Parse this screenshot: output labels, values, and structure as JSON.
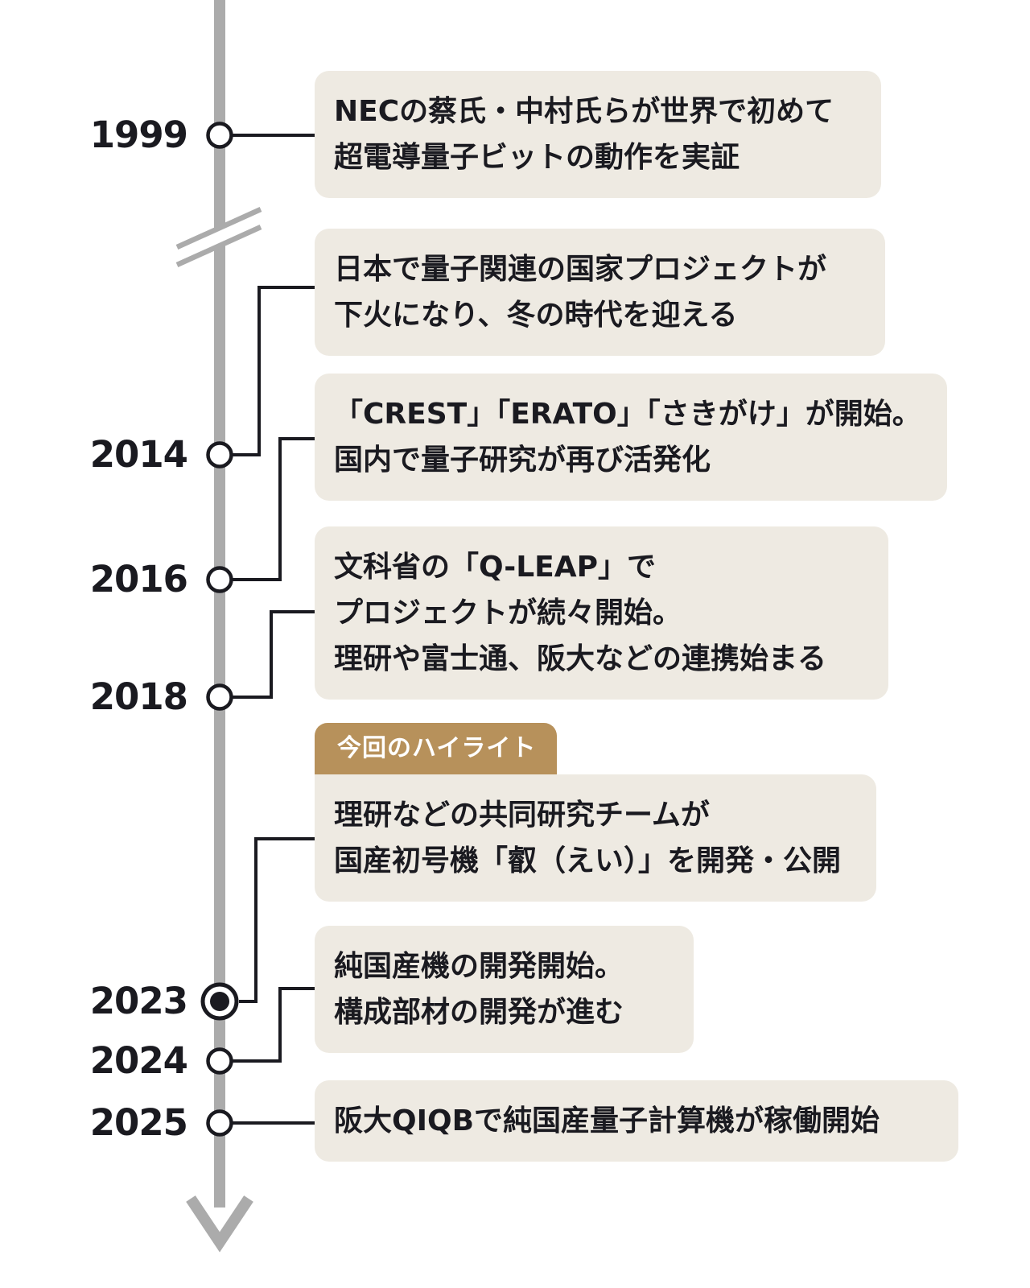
{
  "figure": "japan-quantum-computing-timeline",
  "colors": {
    "background": "#FFFFFF",
    "event_box_bg": "#EEEAE2",
    "highlight_bg": "#B7915B",
    "highlight_text": "#FFFFFF",
    "timeline_gray": "#ABABAB",
    "ink": "#1A1A20"
  },
  "timeline": {
    "highlight_label": "今回のハイライト",
    "events": [
      {
        "year": "1999",
        "lines": [
          "NECの蔡氏・中村氏らが世界で初めて",
          "超電導量子ビットの動作を実証"
        ]
      },
      {
        "year": "2014",
        "lines": [
          "日本で量子関連の国家プロジェクトが",
          "下火になり、冬の時代を迎える"
        ]
      },
      {
        "year": "2016",
        "lines": [
          "「CREST」「ERATO」「さきがけ」が開始。",
          "国内で量子研究が再び活発化"
        ]
      },
      {
        "year": "2018",
        "lines": [
          "文科省の「Q-LEAP」で",
          "プロジェクトが続々開始。",
          "理研や富士通、阪大などの連携始まる"
        ]
      },
      {
        "year": "2023",
        "highlighted": true,
        "lines": [
          "理研などの共同研究チームが",
          "国産初号機「叡（えい）」を開発・公開"
        ]
      },
      {
        "year": "2024",
        "lines": [
          "純国産機の開発開始。",
          "構成部材の開発が進む"
        ]
      },
      {
        "year": "2025",
        "lines": [
          "阪大QIQBで純国産量子計算機が稼働開始"
        ]
      }
    ]
  }
}
